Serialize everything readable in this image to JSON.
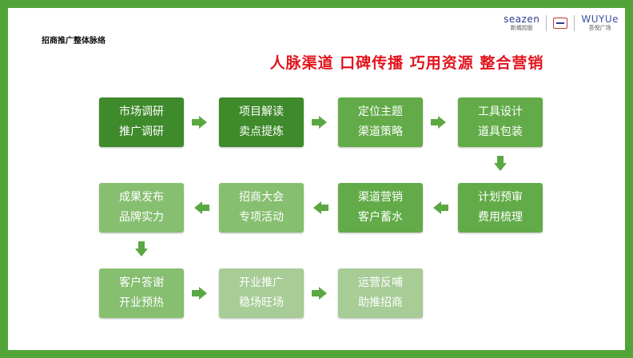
{
  "page": {
    "title": "招商推广整体脉络"
  },
  "logos": {
    "seazen": {
      "name": "seazen",
      "sub": "新城控股"
    },
    "wuyue": {
      "name": "WUYUe",
      "sub": "吾悦广场"
    }
  },
  "slogan": "人脉渠道 口碑传播 巧用资源 整合营销",
  "colors": {
    "border": "#53a438",
    "step_dark": "#3f8a2a",
    "step_mid": "#62ab48",
    "step_light": "#86bf70",
    "step_pale": "#a7cc96",
    "arrow": "#5ba843",
    "slogan": "#e2141e"
  },
  "steps": [
    {
      "id": 1,
      "line1": "市场调研",
      "line2": "推广调研"
    },
    {
      "id": 2,
      "line1": "项目解读",
      "line2": "卖点提炼"
    },
    {
      "id": 3,
      "line1": "定位主题",
      "line2": "渠道策略"
    },
    {
      "id": 4,
      "line1": "工具设计",
      "line2": "道具包装"
    },
    {
      "id": 5,
      "line1": "计划预审",
      "line2": "费用梳理"
    },
    {
      "id": 6,
      "line1": "渠道营销",
      "line2": "客户蓄水"
    },
    {
      "id": 7,
      "line1": "招商大会",
      "line2": "专项活动"
    },
    {
      "id": 8,
      "line1": "成果发布",
      "line2": "品牌实力"
    },
    {
      "id": 9,
      "line1": "客户答谢",
      "line2": "开业预热"
    },
    {
      "id": 10,
      "line1": "开业推广",
      "line2": "稳场旺场"
    },
    {
      "id": 11,
      "line1": "运营反哺",
      "line2": "助推招商"
    }
  ]
}
